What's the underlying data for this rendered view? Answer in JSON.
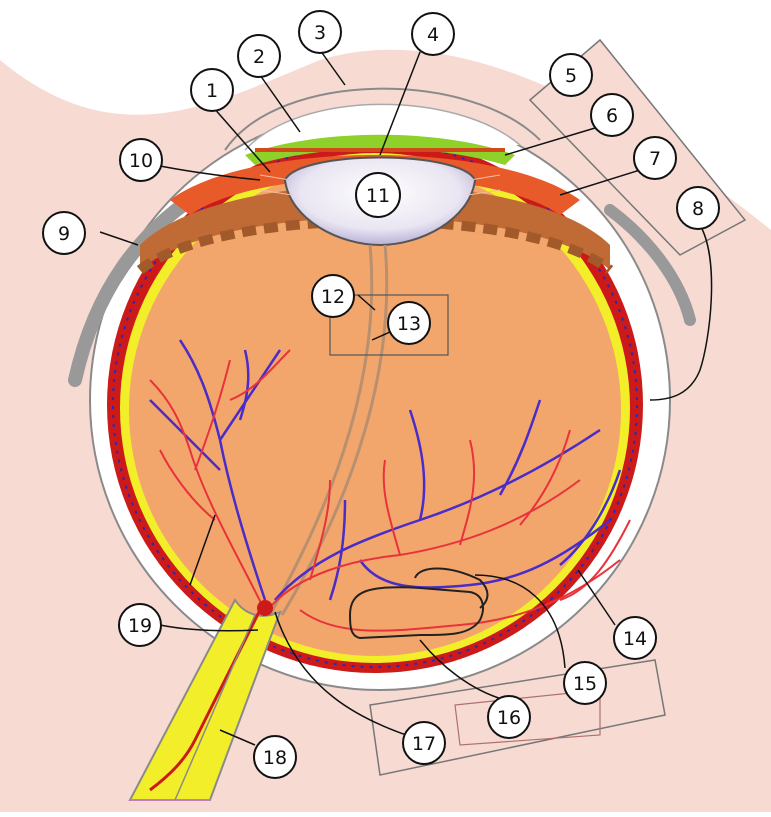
{
  "labels": [
    "1",
    "2",
    "3",
    "4",
    "5",
    "6",
    "7",
    "8",
    "9",
    "10",
    "11",
    "12",
    "13",
    "14",
    "15",
    "16",
    "17",
    "18",
    "19"
  ],
  "colors": {
    "skin": "#f7d9d2",
    "sclera_outline": "#8a8a8a",
    "choroid": "#cc1a1a",
    "retina": "#f3ee2a",
    "vitreous": "#f3a66c",
    "lens_cornea": "#ffffff",
    "iris_green": "#8ed12a",
    "ciliary": "#d1582c",
    "artery": "#e8323c",
    "vein": "#4a2cc8",
    "optic_nerve": "#f3ee2a"
  }
}
